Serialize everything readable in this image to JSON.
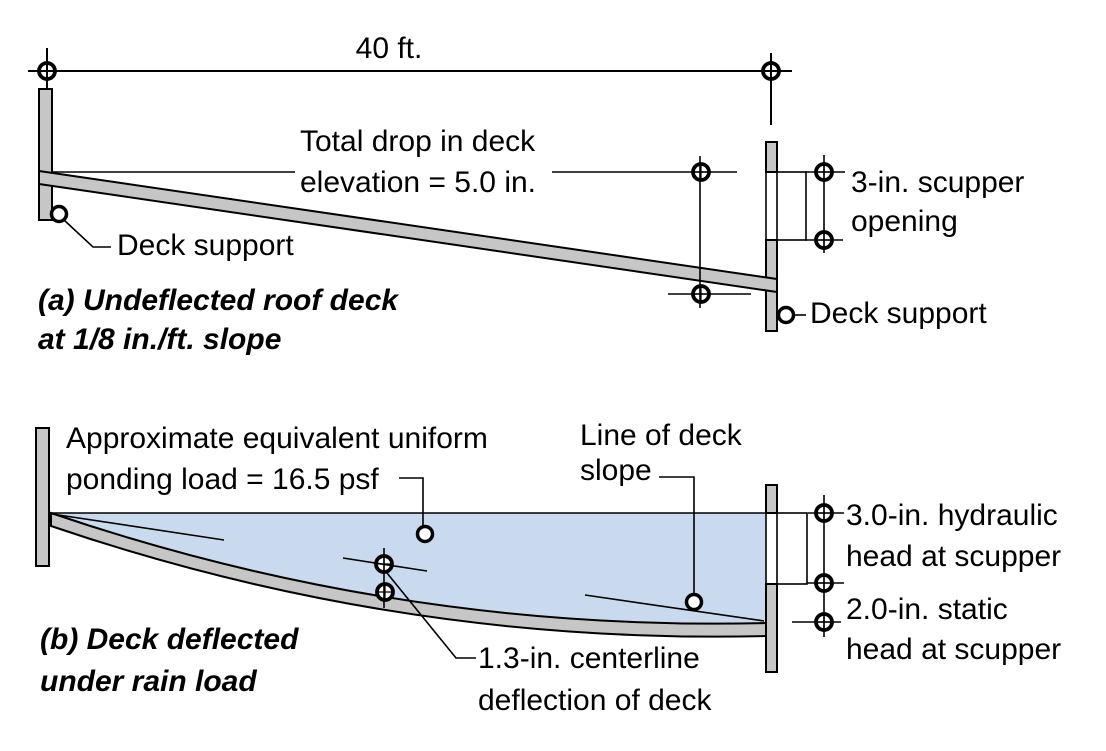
{
  "colors": {
    "deck_gray": "#c6c6c6",
    "water_blue": "#c9daee",
    "line_black": "#000000"
  },
  "panel_a": {
    "span_label": "40 ft.",
    "total_drop_line1": "Total drop in deck",
    "total_drop_line2": "elevation = 5.0 in.",
    "deck_support_left": "Deck support",
    "deck_support_right": "Deck support",
    "scupper_line1": "3-in. scupper",
    "scupper_line2": "opening",
    "caption_line1": "(a) Undeflected roof deck",
    "caption_line2": "at 1/8 in./ft. slope"
  },
  "panel_b": {
    "ponding_line1": "Approximate equivalent uniform",
    "ponding_line2": "ponding load = 16.5 psf",
    "slope_line1": "Line of deck",
    "slope_line2": "slope",
    "hydraulic_line1": "3.0-in. hydraulic",
    "hydraulic_line2": "head at scupper",
    "static_line1": "2.0-in. static",
    "static_line2": "head at scupper",
    "deflection_line1": "1.3-in. centerline",
    "deflection_line2": "deflection of deck",
    "caption_line1": "(b) Deck deflected",
    "caption_line2": "under rain load"
  },
  "values": {
    "span": "40 ft.",
    "deck_slope": "1/8 in./ft.",
    "total_drop": "5.0 in.",
    "scupper_opening": "3 in.",
    "ponding_load": "16.5 psf",
    "hydraulic_head": "3.0 in.",
    "static_head": "2.0 in.",
    "centerline_deflection": "1.3 in."
  }
}
